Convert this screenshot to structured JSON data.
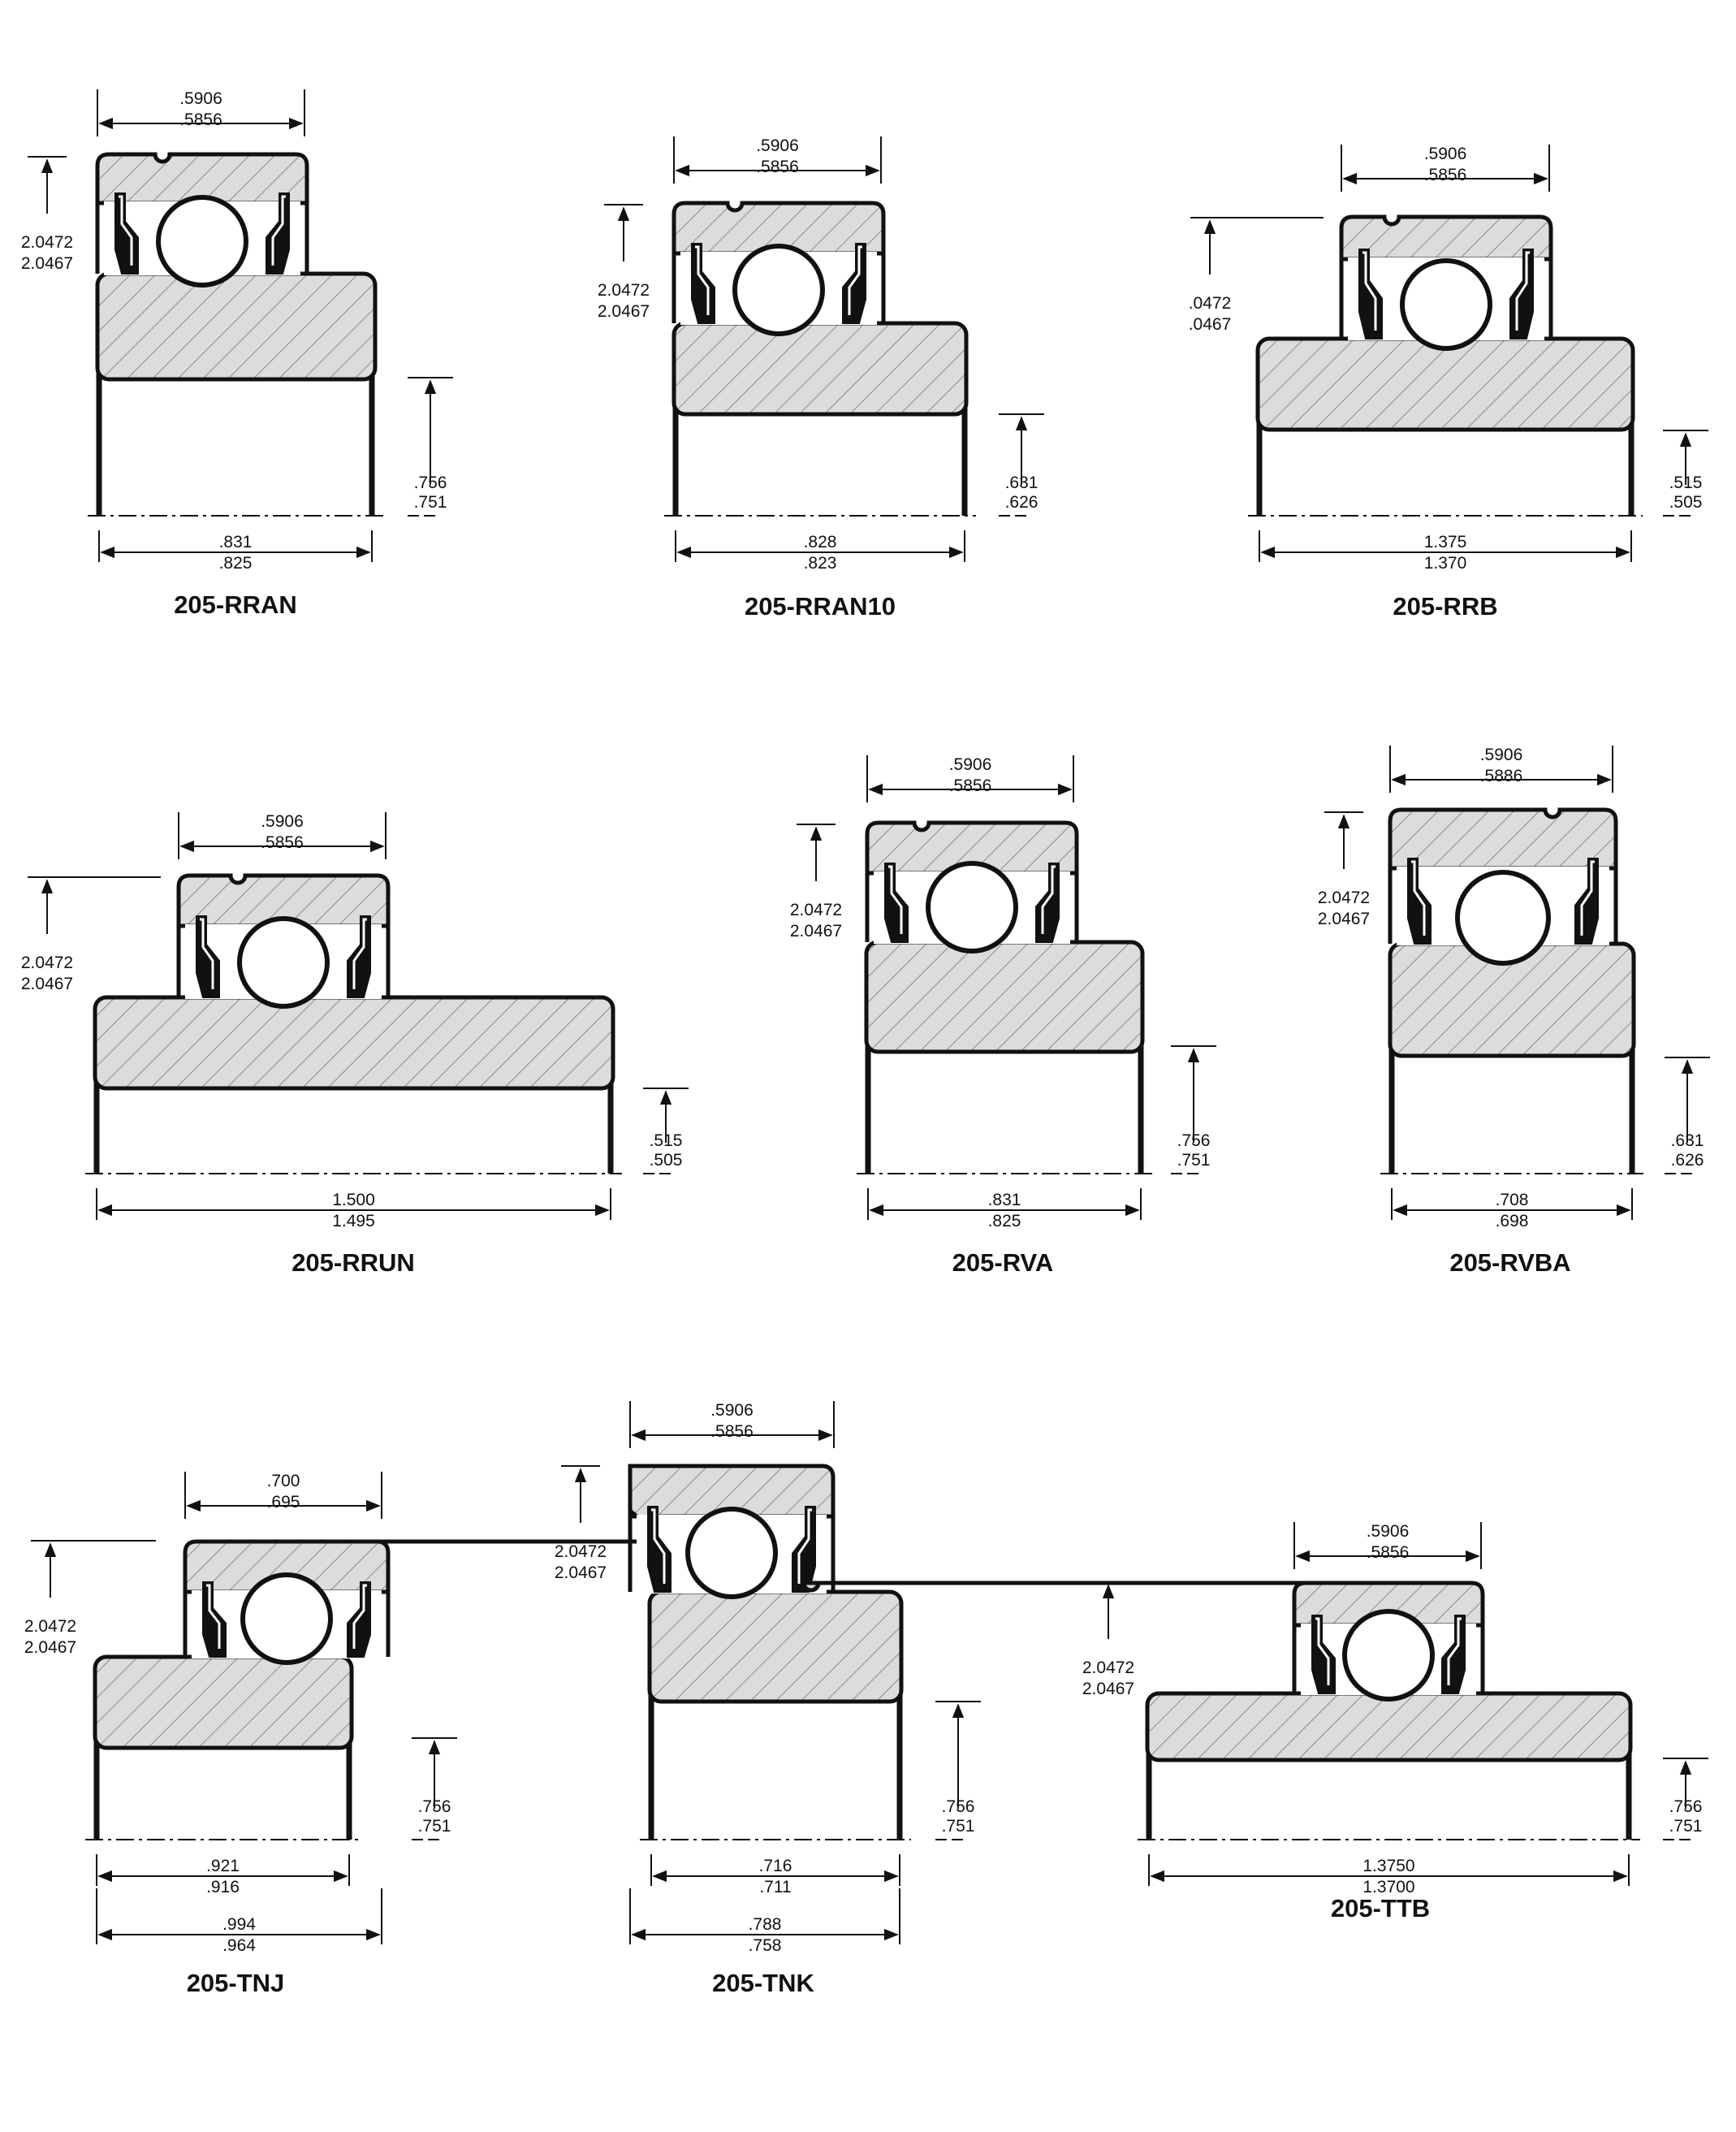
{
  "sheet": {
    "bearings": [
      {
        "name": "205-RRAN",
        "width": [
          ".5906",
          ".5856"
        ],
        "height": [
          "2.0472",
          "2.0467"
        ],
        "bore": [
          ".756",
          ".751"
        ],
        "inner": [
          ".831",
          ".825"
        ]
      },
      {
        "name": "205-RRAN10",
        "width": [
          ".5906",
          ".5856"
        ],
        "height": [
          "2.0472",
          "2.0467"
        ],
        "bore": [
          ".631",
          ".626"
        ],
        "inner": [
          ".828",
          ".823"
        ]
      },
      {
        "name": "205-RRB",
        "width": [
          ".5906",
          ".5856"
        ],
        "height": [
          ".0472",
          ".0467"
        ],
        "bore": [
          ".515",
          ".505"
        ],
        "inner": [
          "1.375",
          "1.370"
        ]
      },
      {
        "name": "205-RRUN",
        "width": [
          ".5906",
          ".5856"
        ],
        "height": [
          "2.0472",
          "2.0467"
        ],
        "bore": [
          ".515",
          ".505"
        ],
        "inner": [
          "1.500",
          "1.495"
        ]
      },
      {
        "name": "205-RVA",
        "width": [
          ".5906",
          ".5856"
        ],
        "height": [
          "2.0472",
          "2.0467"
        ],
        "bore": [
          ".756",
          ".751"
        ],
        "inner": [
          ".831",
          ".825"
        ]
      },
      {
        "name": "205-RVBA",
        "width": [
          ".5906",
          ".5886"
        ],
        "height": [
          "2.0472",
          "2.0467"
        ],
        "bore": [
          ".631",
          ".626"
        ],
        "inner": [
          ".708",
          ".698"
        ]
      },
      {
        "name": "205-TNJ",
        "width": [
          ".700",
          ".695"
        ],
        "height": [
          "2.0472",
          "2.0467"
        ],
        "bore": [
          ".756",
          ".751"
        ],
        "inner": [
          ".921",
          ".916"
        ],
        "overall": [
          ".994",
          ".964"
        ]
      },
      {
        "name": "205-TNK",
        "width": [
          ".5906",
          ".5856"
        ],
        "height": [
          "2.0472",
          "2.0467"
        ],
        "bore": [
          ".756",
          ".751"
        ],
        "inner": [
          ".716",
          ".711"
        ],
        "overall": [
          ".788",
          ".758"
        ]
      },
      {
        "name": "205-TTB",
        "width": [
          ".5906",
          ".5856"
        ],
        "height": [
          "2.0472",
          "2.0467"
        ],
        "bore": [
          ".756",
          ".751"
        ],
        "inner": [
          "1.3750",
          "1.3700"
        ]
      }
    ]
  },
  "colors": {
    "ink": "#111111",
    "hatch_fill": "#dcdcdc",
    "hatch_line": "#8a8a8a"
  }
}
